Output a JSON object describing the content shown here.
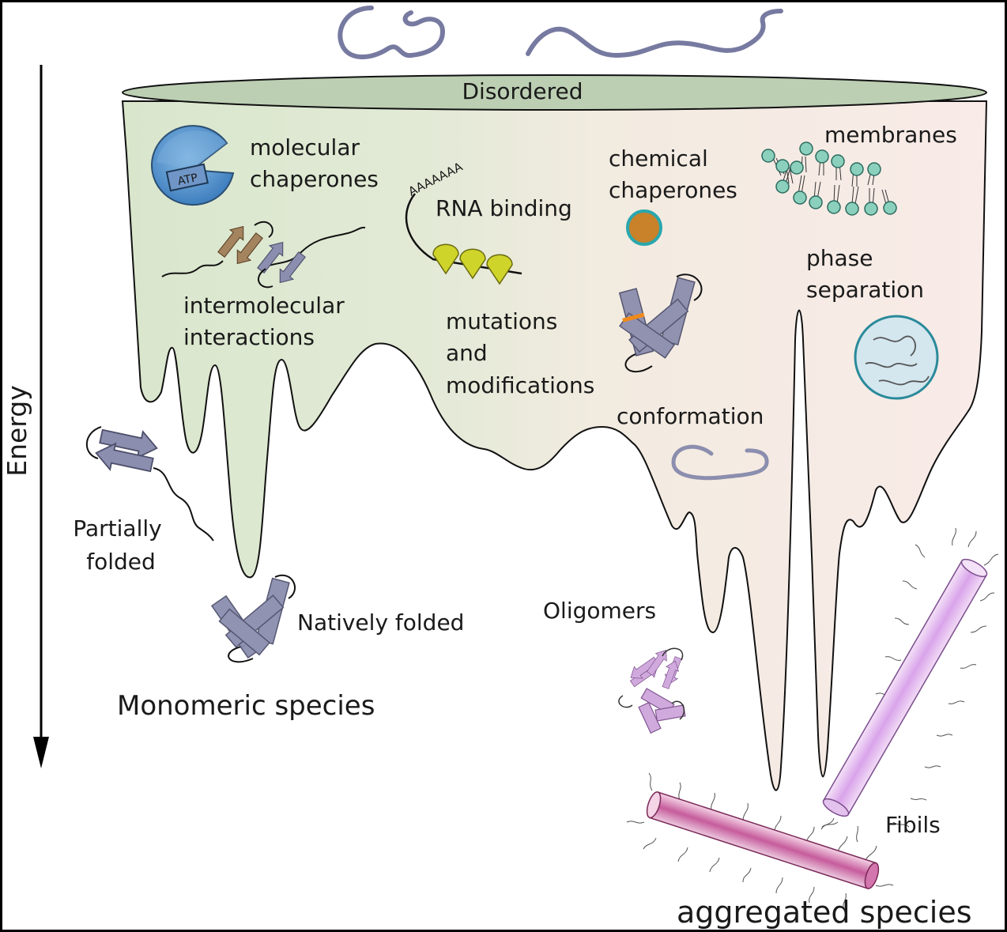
{
  "labels": {
    "energy_axis": "Energy",
    "disordered": "Disordered",
    "molecular_chaperones": [
      "molecular",
      "chaperones"
    ],
    "atp": "ATP",
    "intermolecular_interactions": [
      "intermolecular",
      "interactions"
    ],
    "rna_binding": "RNA binding",
    "poly_a": "AAAAAAA",
    "mutations_and_modifications": [
      "mutations",
      "and",
      "modifications"
    ],
    "chemical_chaperones": [
      "chemical",
      "chaperones"
    ],
    "membranes": "membranes",
    "phase_separation": [
      "phase",
      "separation"
    ],
    "conformation": "conformation",
    "partially_folded": [
      "Partially",
      "folded"
    ],
    "natively_folded": "Natively folded",
    "monomeric_species": "Monomeric species",
    "oligomers": "Oligomers",
    "fibrils": "Fibils",
    "aggregated_species": "aggregated species"
  },
  "icons": [
    "energy-arrow-icon",
    "disordered-chain-icon",
    "chaperone-pacman-icon",
    "beta-sheet-icon",
    "rna-strand-icon",
    "chemical-chaperone-droplet-icon",
    "lipid-bilayer-icon",
    "condensate-droplet-icon",
    "mutated-protein-icon",
    "conformation-loop-icon",
    "folded-protein-icon",
    "oligomer-cluster-icon",
    "fibril-rod-icon"
  ],
  "colors": {
    "funnel_green": "#dde8d2",
    "funnel_pink": "#f8ebe7",
    "rim": "#b7cab0",
    "protein": "#8b8eae",
    "protein_stroke": "#4d4f6b",
    "chaperone_blue": "#4f8fc9",
    "brown_strand": "#a88766",
    "rna_bead": "#cfd42a",
    "membrane_bead": "#8bd0bd",
    "droplet_orange": "#c9812a",
    "droplet_teal": "#2aa7ad",
    "condensate": "#d4e6ee",
    "oligomer": "#cfa6dc",
    "fibril_purple": "#cf98e4",
    "fibril_magenta": "#bf4f93",
    "mutation_orange": "#f08a1c"
  }
}
